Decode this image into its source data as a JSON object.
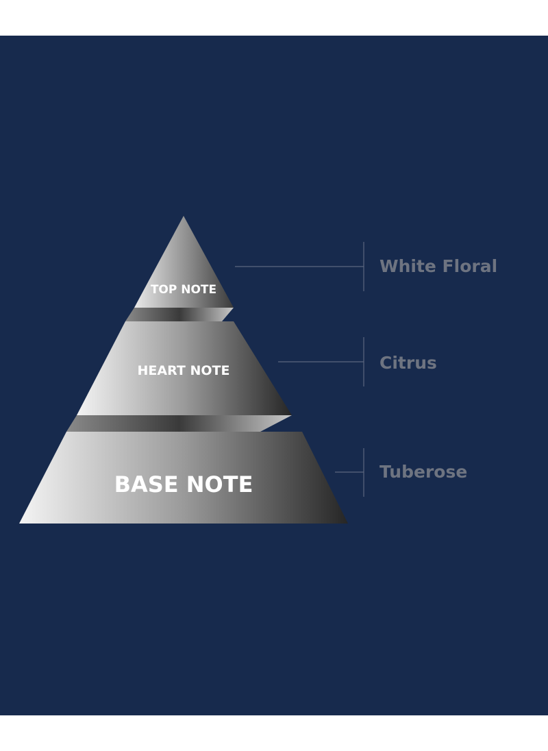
{
  "tiers": [
    {
      "label": "TOP NOTE",
      "note": "White Floral"
    },
    {
      "label": "HEART NOTE",
      "note": "Citrus"
    },
    {
      "label": "BASE NOTE",
      "note": "Tuberose"
    }
  ],
  "colors": {
    "background": "#172a4d",
    "page_margin": "#ffffff",
    "note_text": "#6e7481",
    "leader_line": "#5c6780",
    "tier_text": "#ffffff"
  }
}
